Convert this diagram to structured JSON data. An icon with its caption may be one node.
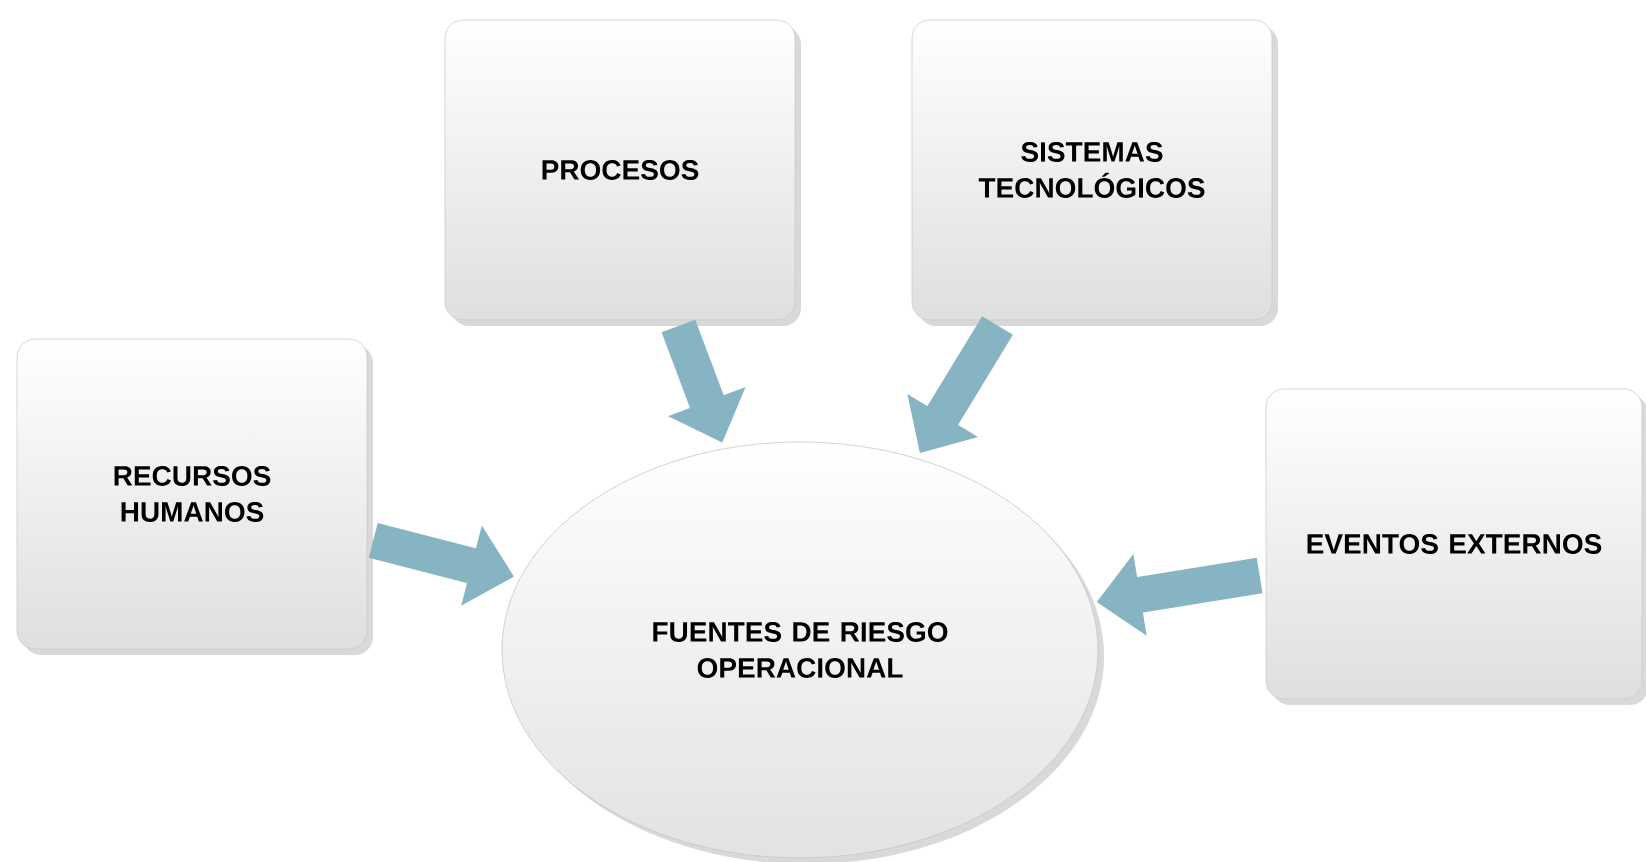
{
  "diagram": {
    "nodes": [
      {
        "text": [
          "RECURSOS HUMANOS"
        ]
      },
      {
        "text": [
          "PROCESOS"
        ]
      },
      {
        "text": [
          "SISTEMAS TECNOLÓGICOS"
        ]
      },
      {
        "text": [
          "EVENTOS EXTERNOS"
        ]
      },
      {
        "text": [
          "FUENTES DE RIESGO OPERACIONAL"
        ]
      }
    ],
    "edges": [
      {
        "from": 0,
        "to": 4,
        "arrow": "to"
      },
      {
        "from": 1,
        "to": 4,
        "arrow": "to"
      },
      {
        "from": 2,
        "to": 4,
        "arrow": "to"
      },
      {
        "from": 3,
        "to": 4,
        "arrow": "to"
      }
    ]
  }
}
